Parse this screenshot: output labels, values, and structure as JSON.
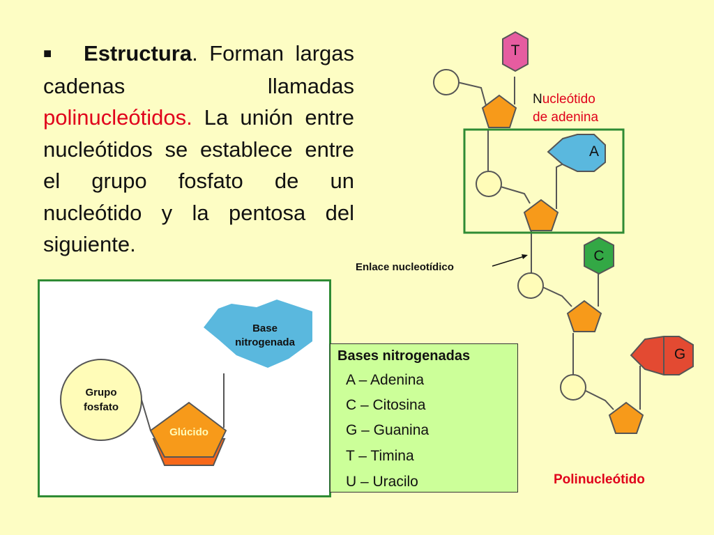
{
  "paragraph": {
    "bullet": "■",
    "term": "Estructura",
    "after_term": ". Forman largas cadenas llamadas ",
    "highlight": "polinucleótidos.",
    "rest": " La unión entre nucleótidos se establece entre el grupo fosfato de un nucleótido y la pentosa del siguiente."
  },
  "chain": {
    "bases": [
      "T",
      "A",
      "C",
      "G"
    ],
    "highlight_label_first": "N",
    "highlight_label_rest": "ucleótido",
    "highlight_label_line2": "de adenina",
    "bond_label": "Enlace nucleotídico",
    "caption": "Polinucleótido"
  },
  "nucleotide_diagram": {
    "base_label_line1": "Base",
    "base_label_line2": "nitrogenada",
    "phosphate_line1": "Grupo",
    "phosphate_line2": "fosfato",
    "sugar": "Glúcido"
  },
  "legend": {
    "title": "Bases nitrogenadas",
    "items": [
      "A – Adenina",
      "C – Citosina",
      "G – Guanina",
      "T – Timina",
      "U – Uracilo"
    ]
  },
  "colors": {
    "background": "#fdfdc4",
    "phosphate": "#fffcb8",
    "sugar": "#f79a1a",
    "base_T": "#e65ca0",
    "base_A": "#5ab8de",
    "base_C": "#33a845",
    "base_G": "#e34a32",
    "frame_green": "#2e8b34",
    "legend_bg": "#ccff99",
    "accent_red": "#e0001b"
  }
}
